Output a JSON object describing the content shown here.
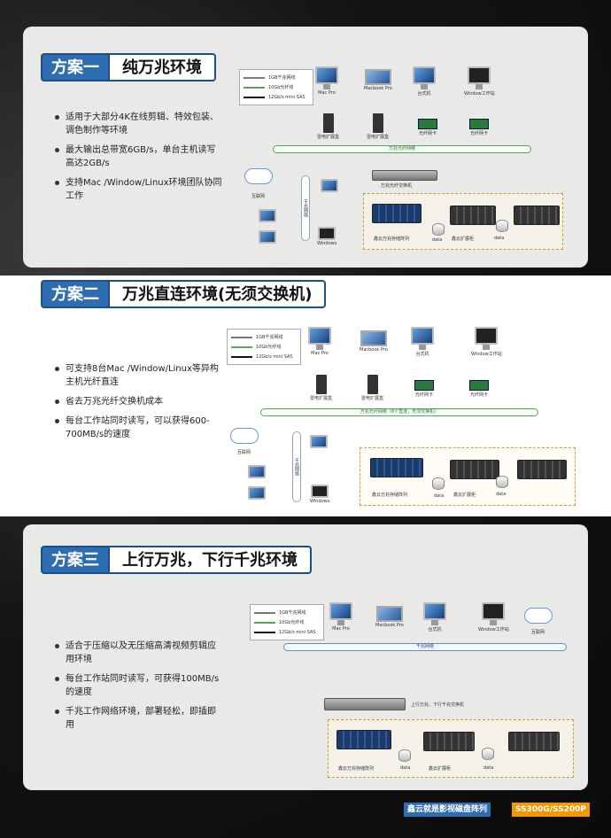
{
  "colors": {
    "accent": "#2f6db0",
    "fiber": "#5aa35a",
    "brand_orange": "#f39800"
  },
  "plan1": {
    "tag": "方案一",
    "title": "纯万兆环境",
    "bullets": [
      "适用于大部分4K在线剪辑、特效包装、调色制作等环境",
      "最大输出总带宽6GB/s，单台主机读写高达2GB/s",
      "支持Mac /Window/Linux环境团队协同工作"
    ],
    "legend": [
      "1GB千兆网线",
      "10Gb光纤线",
      "12Gb/s mini SAS"
    ],
    "devices": [
      "Mac Pro",
      "Macbook Pro",
      "台式机",
      "Window工作站"
    ],
    "devices2": [
      "雷电扩展盒",
      "雷电扩展盒",
      "光纤网卡",
      "光纤网卡"
    ],
    "bus": "万兆光纤网络",
    "switch": "万兆光纤交换机",
    "pipe": "千兆网络",
    "internet": "互联网",
    "host": "Windows",
    "storage": [
      "鑫云万兆存储阵列",
      "data",
      "鑫云扩展柜",
      "data"
    ]
  },
  "plan2": {
    "tag": "方案二",
    "title": "万兆直连环境(无须交换机)",
    "bullets": [
      "可支持8台Mac /Window/Linux等异构主机光纤直连",
      "省去万兆光纤交换机成本",
      "每台工作站同时读写，可以获得600-700MB/s的速度"
    ],
    "legend": [
      "1GB千兆网线",
      "10Gb光纤线",
      "12Gb/s mini SAS"
    ],
    "devices": [
      "Mac Pro",
      "Macbook Pro",
      "台式机",
      "Window工作站"
    ],
    "devices2": [
      "雷电扩展盒",
      "雷电扩展盒",
      "光纤网卡",
      "光纤网卡"
    ],
    "bus": "万兆光纤网络（8个直连，无须交换机）",
    "pipe": "千兆网络",
    "internet": "互联网",
    "host": "Windows",
    "storage": [
      "鑫云万兆存储阵列",
      "data",
      "鑫云扩展柜",
      "data"
    ]
  },
  "plan3": {
    "tag": "方案三",
    "title": "上行万兆，下行千兆环境",
    "bullets": [
      "适合于压缩以及无压缩高清视频剪辑应用环境",
      "每台工作站同时读写，可获得100MB/s的速度",
      "千兆工作网络环境，部署轻松，即插即用"
    ],
    "legend": [
      "1GB千兆网线",
      "10Gb光纤线",
      "12Gb/s mini SAS"
    ],
    "devices": [
      "Mac Pro",
      "Macbook Pro",
      "台式机",
      "Window工作站",
      "互联网"
    ],
    "bus": "千兆网络",
    "switch": "上行万兆、下行千兆交换机",
    "storage": [
      "鑫云万兆存储阵列",
      "data",
      "鑫云扩展柜",
      "data"
    ]
  },
  "footer": {
    "left": "鑫云就是影视磁盘阵列",
    "right": "SS300G/SS200P"
  }
}
